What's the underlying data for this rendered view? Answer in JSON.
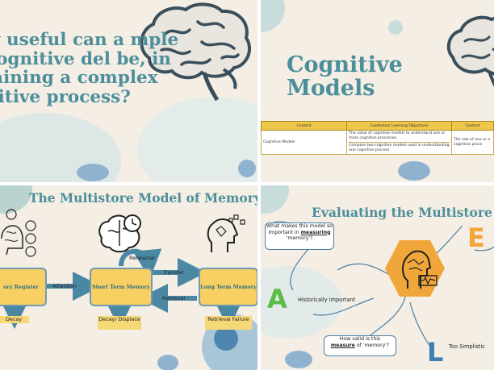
{
  "slide1": {
    "title": "w useful can a mple cognitive del be, in laining a complex nitive process?"
  },
  "slide2": {
    "title": "Cognitive Models",
    "table": {
      "headers": [
        "Content",
        "Contextual Learning Objectives",
        "Content"
      ],
      "row": {
        "content": "Cognitive Models",
        "objective1": "The value of cognitive models to understand one or more cognitive processes.",
        "objective2": "Compare two cognitive models used in understanding one cognitive process.",
        "content2": "The role of one or a cognitive proce"
      }
    }
  },
  "slide3": {
    "title": "The Multistore Model of Memory",
    "boxes": {
      "sensory": "ory Register",
      "stm": "Short Term Memory",
      "ltm": "Long Term Memory"
    },
    "arrows": {
      "attention": "Attention",
      "transfer": "Transfer",
      "retrieval": "Retrieval",
      "rehearsal": "Rehearsal"
    },
    "outcomes": {
      "decay": "Decay",
      "decay_displace": "Decay/ Displace",
      "retrieval_failure": "Retrieval Failure"
    }
  },
  "slide4": {
    "title": "Evaluating the Multistore M",
    "q1_pre": "What makes this model so important in",
    "q1_em": "measuring",
    "q1_post": "'memory'?",
    "q2_pre": "How valid is this",
    "q2_em": "measure",
    "q2_post": "of 'memory'?",
    "letter_a": "A",
    "letter_e": "E",
    "letter_l": "L",
    "a_text": "Historically important",
    "l_text": "Too Simplistic",
    "colors": {
      "a": "#5dbb46",
      "e": "#f3a43a",
      "l": "#3f7fb3",
      "hex": "#f1a63b"
    }
  }
}
